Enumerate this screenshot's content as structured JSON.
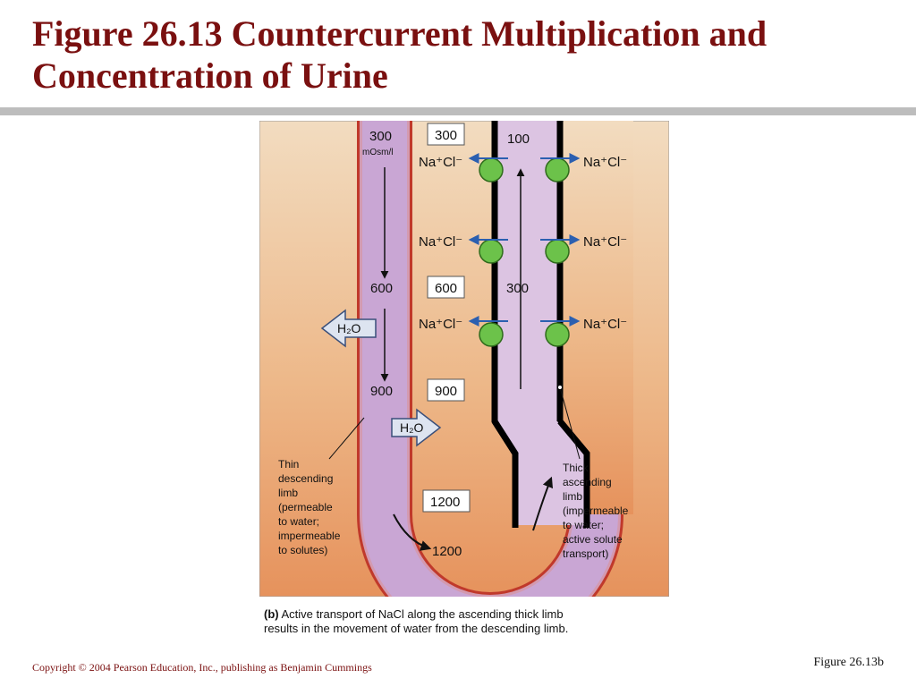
{
  "slide": {
    "title": "Figure 26.13  Countercurrent Multiplication and Concentration of Urine",
    "copyright": "Copyright © 2004 Pearson Education, Inc., publishing as Benjamin Cummings",
    "figure_ref": "Figure 26.13b"
  },
  "diagram": {
    "descending_top": "300",
    "units": "mOsm/l",
    "descending_mid": "600",
    "descending_low": "900",
    "interstitial_top": "300",
    "interstitial_mid": "600",
    "interstitial_low": "900",
    "interstitial_bottom": "1200",
    "loop_bottom": "1200",
    "ascending_top": "100",
    "ascending_mid": "300",
    "ion_label": "Na⁺Cl⁻",
    "water_label": "H₂O",
    "thin_limb_label": [
      "Thin",
      "descending",
      "limb",
      "(permeable",
      "to water;",
      "impermeable",
      "to solutes)"
    ],
    "thick_limb_label": [
      "Thick",
      "ascending",
      "limb",
      "(impermeable",
      "to water;",
      "active solute",
      "transport)"
    ]
  },
  "caption": {
    "prefix": "(b)",
    "text": " Active transport of NaCl along the ascending thick limb results in the movement of water from the descending limb."
  },
  "colors": {
    "title": "#7a1010",
    "pump": "#6cc24a",
    "tube": "#c9a6d4",
    "background_top": "#f1d7b4",
    "background_bottom": "#e6925c"
  }
}
